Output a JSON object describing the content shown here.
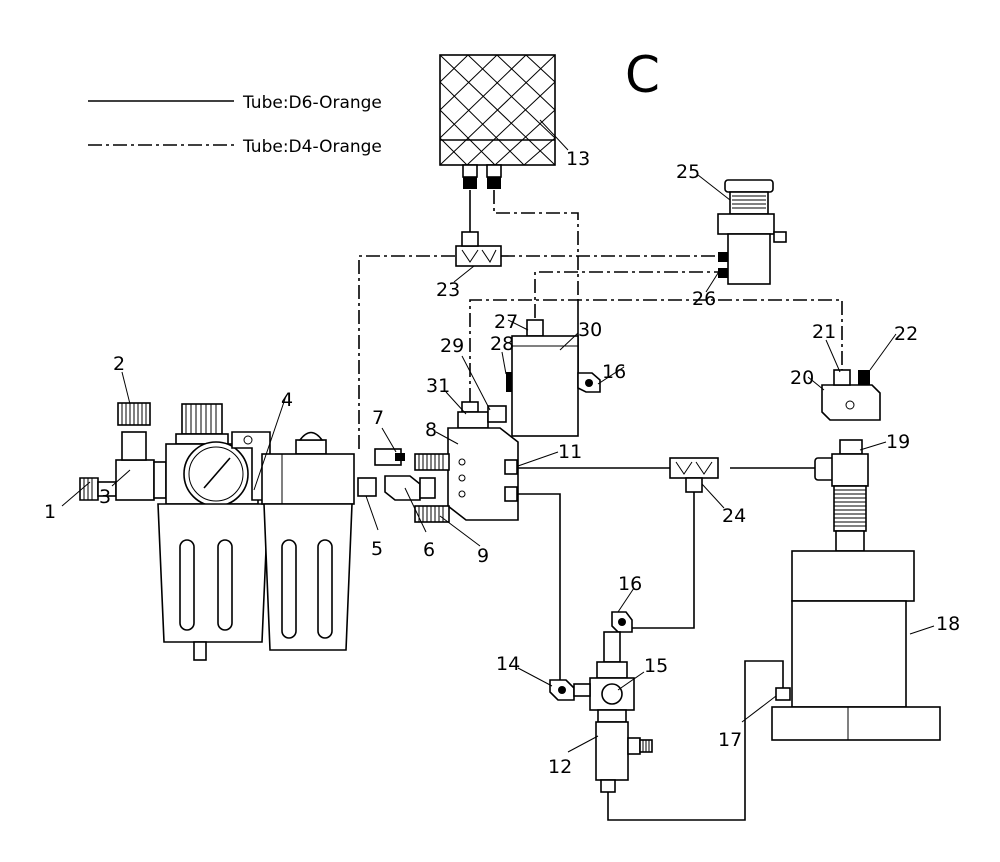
{
  "section_letter": "C",
  "legend": [
    {
      "text": "Tube:D6-Orange",
      "style": "solid"
    },
    {
      "text": "Tube:D4-Orange",
      "style": "dash-dot"
    }
  ],
  "part_labels": [
    "1",
    "2",
    "3",
    "4",
    "5",
    "6",
    "7",
    "8",
    "9",
    "11",
    "12",
    "13",
    "14",
    "15",
    "16",
    "16",
    "17",
    "18",
    "19",
    "20",
    "21",
    "22",
    "23",
    "24",
    "25",
    "26",
    "27",
    "28",
    "29",
    "30",
    "31"
  ]
}
